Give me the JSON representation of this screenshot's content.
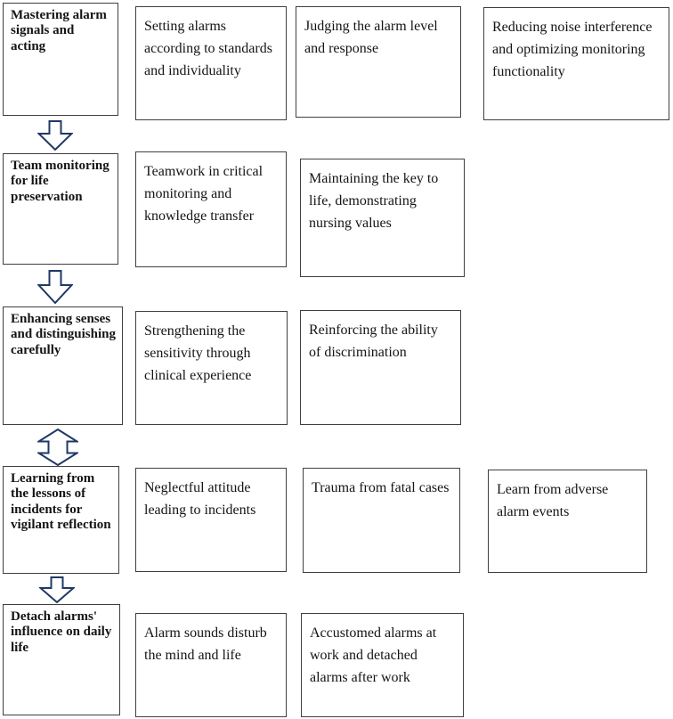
{
  "colors": {
    "background": "#ffffff",
    "box_border": "#3f3f3f",
    "arrow_outline": "#203864",
    "text": "#141414"
  },
  "diagram": {
    "rows": [
      {
        "theme": "Mastering alarm signals and acting",
        "items": [
          "Setting alarms according to standards and individuality",
          "Judging the alarm level and response",
          "Reducing noise interference and optimizing monitoring functionality"
        ]
      },
      {
        "theme": "Team monitoring for life preservation",
        "items": [
          "Teamwork in critical monitoring and knowledge transfer",
          "Maintaining the key to life, demonstrating nursing values"
        ]
      },
      {
        "theme": "Enhancing senses and distinguishing carefully",
        "items": [
          "Strengthening the sensitivity through clinical experience",
          "Reinforcing the ability of discrimination"
        ]
      },
      {
        "theme": "Learning from the lessons of incidents for vigilant reflection",
        "items": [
          "Neglectful attitude leading to incidents",
          "Trauma from fatal cases",
          "Learn from adverse alarm events"
        ]
      },
      {
        "theme": "Detach alarms' influence on daily life",
        "items": [
          "Alarm sounds disturb the mind and life",
          "Accustomed alarms at work and detached alarms after work"
        ]
      }
    ],
    "connectors": [
      {
        "between": "row1-row2",
        "type": "down-arrow"
      },
      {
        "between": "row2-row3",
        "type": "down-arrow"
      },
      {
        "between": "row3-row4",
        "type": "up-down-arrow"
      },
      {
        "between": "row4-row5",
        "type": "down-arrow"
      }
    ]
  }
}
